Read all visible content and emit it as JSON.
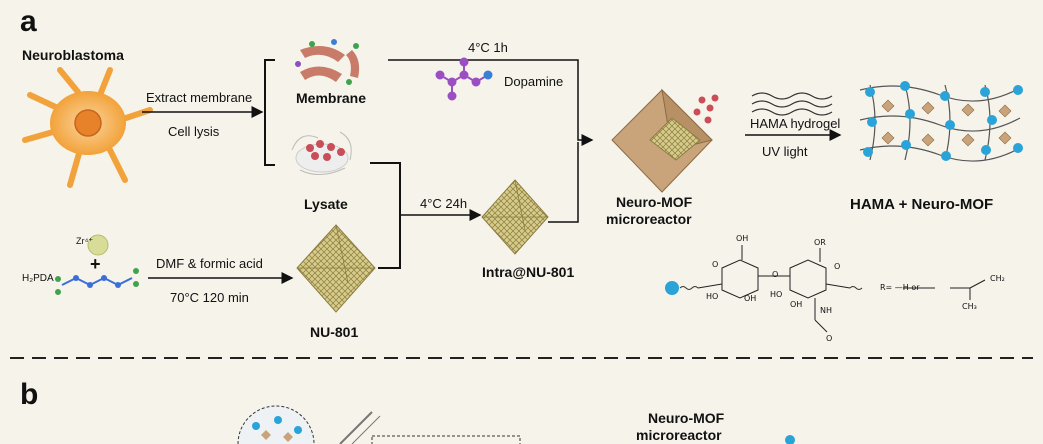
{
  "panels": {
    "a": "a",
    "b": "b"
  },
  "labels": {
    "neuroblastoma": "Neuroblastoma",
    "extract_membrane": "Extract membrane",
    "cell_lysis": "Cell lysis",
    "membrane": "Membrane",
    "lysate": "Lysate",
    "temp_1h": "4°C 1h",
    "dopamine": "Dopamine",
    "temp_24h": "4°C 24h",
    "intra_nu801": "Intra@NU-801",
    "neuro_mof_1": "Neuro-MOF",
    "microreactor": "microreactor",
    "hama_hydrogel": "HAMA hydrogel",
    "uv_light": "UV light",
    "hama_neuro_mof": "HAMA + Neuro-MOF",
    "zr": "Zr⁴⁺",
    "h2pda": "H₂PDA",
    "plus": "+",
    "dmf": "DMF & formic acid",
    "temp_120": "70°C 120 min",
    "nu801": "NU-801",
    "neuro_mof_b1": "Neuro-MOF",
    "neuro_mof_b2": "microreactor"
  },
  "molecule": {
    "oh1": "OH",
    "oh2": "OH",
    "oh3": "HO",
    "oh4": "OH",
    "oh5": "HO",
    "or": "OR",
    "o1": "O",
    "o2": "O",
    "o3": "O",
    "o4": "O",
    "nh": "NH",
    "r_def": "R= —H or",
    "ch2": "CH₂",
    "ch3": "CH₃"
  },
  "colors": {
    "background": "#f6f3ea",
    "cell": "#f2a23a",
    "mof": "#cdbf7a",
    "mof_dark": "#8a7d3e",
    "hydrogel_node": "#2aa3d9",
    "dopamine": "#9a4fc2"
  },
  "icons": [
    "neuroblastoma-cell-icon",
    "membrane-fragment-icon",
    "lysate-icon",
    "dopamine-molecule-icon",
    "octahedral-mof-icon",
    "hydrogel-network-icon",
    "zr-ion-icon",
    "h2pda-linker-icon"
  ]
}
